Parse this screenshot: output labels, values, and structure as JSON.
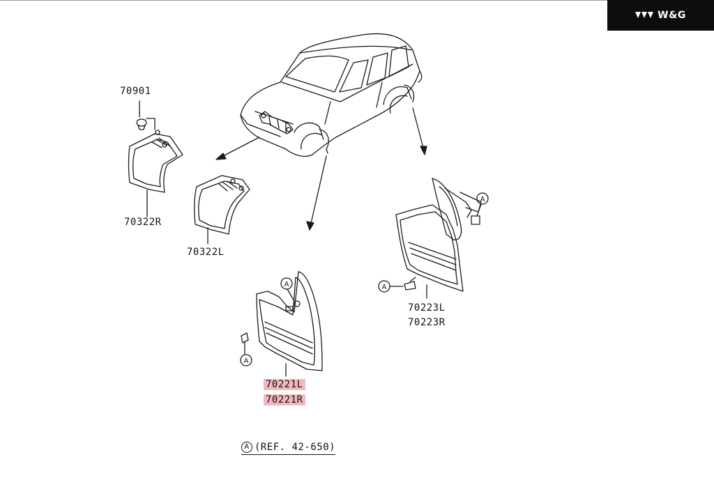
{
  "brand": {
    "name": "W&G"
  },
  "callouts": {
    "clip": "70901",
    "splash_shield_right": "70322R",
    "splash_shield_left": "70322L",
    "rear_mudflap_left": "70223L",
    "rear_mudflap_right": "70223R",
    "front_mudflap_left": "70221L",
    "front_mudflap_right": "70221R",
    "highlight_color": "#f3b8bf"
  },
  "fastener_marker": "A",
  "reference_note": "(REF. 42-650)"
}
